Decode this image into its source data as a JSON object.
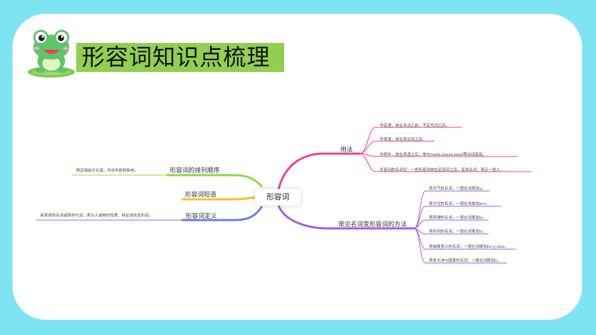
{
  "header": {
    "title": "形容词知识点梳理",
    "mascot_icon": "frog-icon"
  },
  "mindmap": {
    "center": "形容词",
    "branches": {
      "usage": {
        "label": "用法",
        "items": [
          "作定语，放在名词之前，不定代词之后。",
          "作表语，放在系动词之后。",
          "作宾补，放在宾语之后，常与make,leave,keep等动词连用。",
          "形容词的名词化：一些形容词放在定冠词之后，变成名词，表示一类人。"
        ]
      },
      "noun_to_adj": {
        "label": "常见名词变形容词的方法",
        "items": [
          "表天气的名词，一般在词尾加y。",
          "表方位的名词，一般在词尾加ern。",
          "表称谓的名词，一般在词尾加ly。",
          "表时间的名词，一般在词尾加ly。",
          "表抽象意义的名词，一般在词尾加ful,y,less。",
          "表各大洲与国家的名词，一般在词尾加n。"
        ]
      },
      "order": {
        "label": "形容词的排列顺序",
        "items": [
          "限定描绘大长高，形状年龄和新老。"
        ]
      },
      "phrase": {
        "label": "形容词短语"
      },
      "definition": {
        "label": "形容词定义",
        "items": [
          "用来修饰名词或某些代词，表示人或物的性质、特征或状态的词。"
        ]
      }
    },
    "colors": {
      "usage": "#ee3f9b",
      "noun_to_adj": "#a55be0",
      "order": "#94d34a",
      "phrase": "#f2c12a",
      "definition": "#6a78e6"
    }
  }
}
